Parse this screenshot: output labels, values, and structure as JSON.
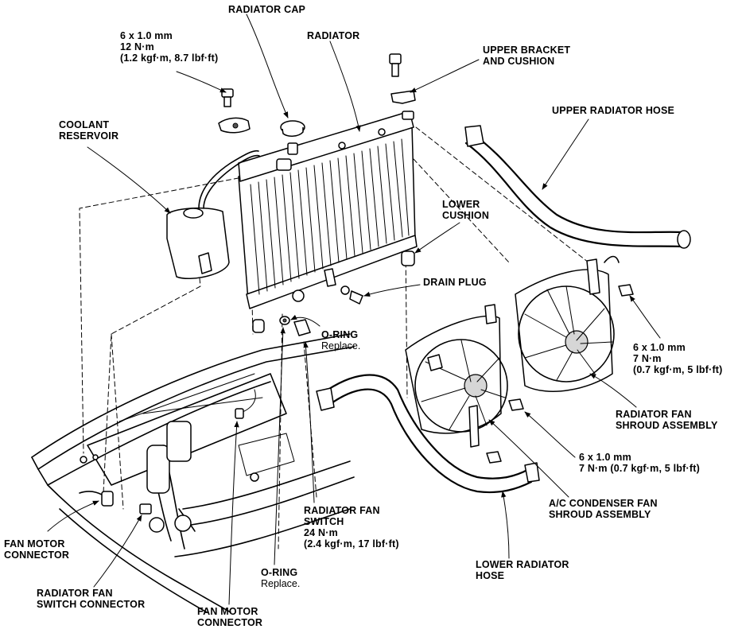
{
  "labels": {
    "radiator_cap": "RADIATOR CAP",
    "radiator": "RADIATOR",
    "top_bolt": [
      "6 x 1.0 mm",
      "12 N·m",
      "(1.2 kgf·m, 8.7 lbf·ft)"
    ],
    "upper_bracket": [
      "UPPER BRACKET",
      "AND CUSHION"
    ],
    "upper_hose": "UPPER RADIATOR HOSE",
    "coolant_reservoir": [
      "COOLANT",
      "RESERVOIR"
    ],
    "lower_cushion": [
      "LOWER",
      "CUSHION"
    ],
    "drain_plug": "DRAIN PLUG",
    "oring_upper": {
      "title": "O-RING",
      "note": "Replace."
    },
    "right_bolt": [
      "6 x 1.0 mm",
      "7 N·m",
      "(0.7 kgf·m, 5 lbf·ft)"
    ],
    "fan_shroud": [
      "RADIATOR FAN",
      "SHROUD ASSEMBLY"
    ],
    "mid_bolt": [
      "6 x 1.0 mm",
      "7 N·m (0.7 kgf·m, 5 lbf·ft)"
    ],
    "ac_shroud": [
      "A/C CONDENSER FAN",
      "SHROUD ASSEMBLY"
    ],
    "fan_switch": [
      "RADIATOR FAN",
      "SWITCH",
      "24 N·m",
      "(2.4 kgf·m, 17 lbf·ft)"
    ],
    "lower_hose": [
      "LOWER RADIATOR",
      "HOSE"
    ],
    "fan_motor_left": [
      "FAN MOTOR",
      "CONNECTOR"
    ],
    "fan_switch_connector": [
      "RADIATOR FAN",
      "SWITCH CONNECTOR"
    ],
    "oring_lower": {
      "title": "O-RING",
      "note": "Replace."
    },
    "fan_motor_bottom": [
      "FAN MOTOR",
      "CONNECTOR"
    ]
  }
}
